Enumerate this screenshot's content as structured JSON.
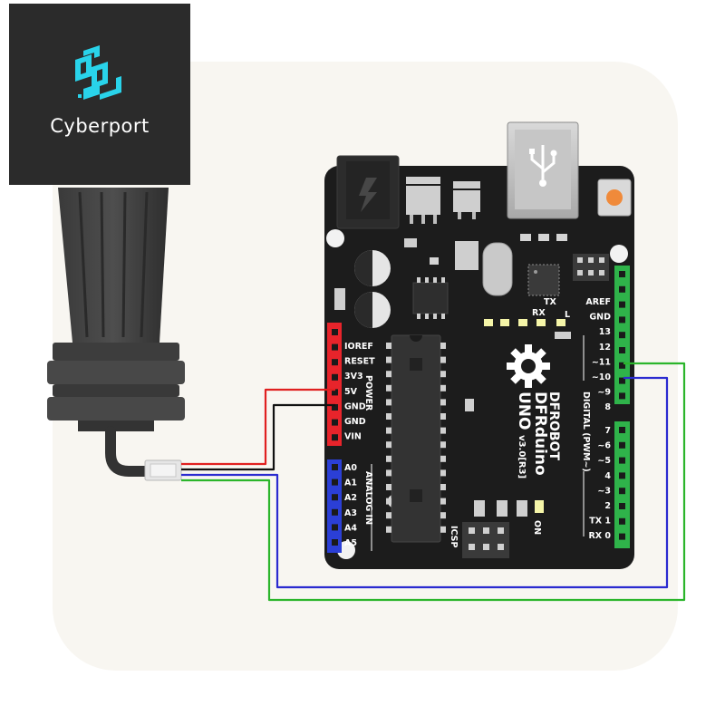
{
  "logo": {
    "text": "Cyberport",
    "accent_color": "#29d3ea",
    "background_color": "#2b2b2b"
  },
  "board": {
    "brand": "DFROBOT",
    "model": "DFRduino",
    "variant": "UNO",
    "version": "v3.0[R3]",
    "labels": {
      "power": "POWER",
      "analog_in": "ANALOG IN",
      "digital": "DIGITAL (PWM~)",
      "icsp": "ICSP",
      "on": "ON",
      "tx": "TX",
      "rx": "RX",
      "l": "L"
    },
    "power_pins": [
      "IOREF",
      "RESET",
      "3V3",
      "5V",
      "GND",
      "GND",
      "VIN"
    ],
    "analog_pins": [
      "A0",
      "A1",
      "A2",
      "A3",
      "A4",
      "A5"
    ],
    "digital_pins_upper": [
      "AREF",
      "GND",
      "13",
      "12",
      "~11",
      "~10",
      "~9",
      "8"
    ],
    "digital_pins_lower": [
      "7",
      "~6",
      "~5",
      "4",
      "~3",
      "2",
      "TX 1",
      "RX 0"
    ],
    "colors": {
      "board": "#1c1c1c",
      "power_header": "#e8242b",
      "analog_header": "#2b3fd6",
      "digital_header": "#2fb34a"
    }
  },
  "wires": [
    {
      "id": "red",
      "color": "#e02020"
    },
    {
      "id": "black",
      "color": "#111111"
    },
    {
      "id": "blue",
      "color": "#2b2bd0"
    },
    {
      "id": "green",
      "color": "#2bb52b"
    }
  ]
}
